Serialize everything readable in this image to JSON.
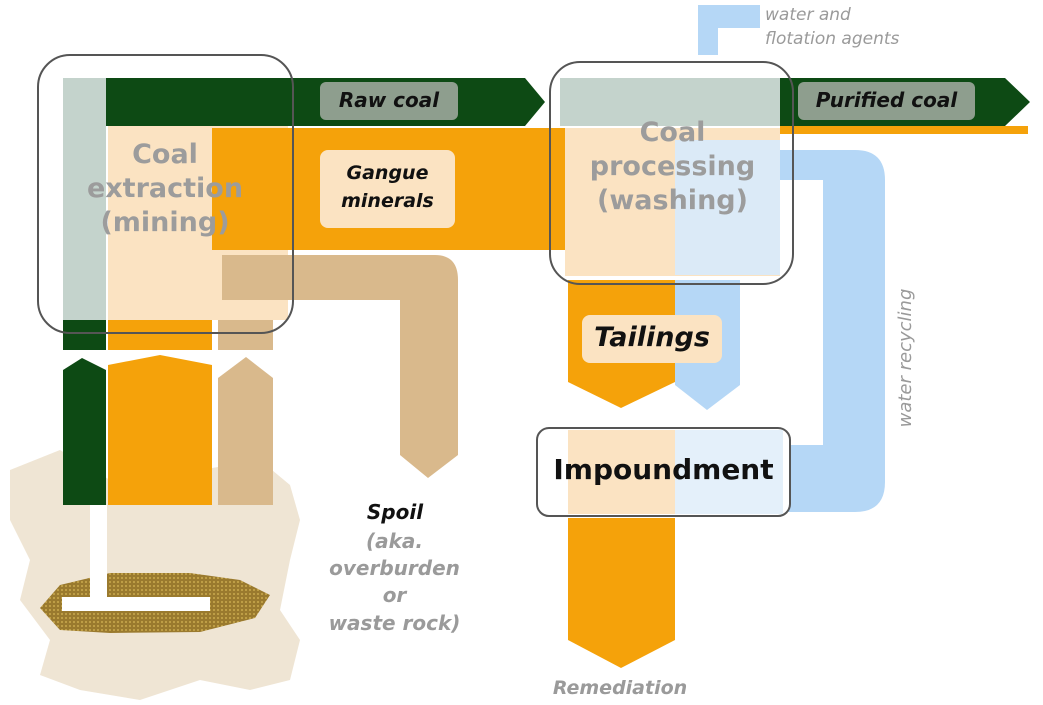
{
  "diagram": {
    "nodes": {
      "extraction": "Coal extraction (mining)",
      "extraction_lines": [
        "Coal",
        "extraction",
        "(mining)"
      ],
      "processing": "Coal processing (washing)",
      "processing_lines": [
        "Coal",
        "processing",
        "(washing)"
      ],
      "impoundment": "Impoundment"
    },
    "flows": {
      "raw_coal": "Raw coal",
      "gangue_lines": [
        "Gangue",
        "minerals"
      ],
      "purified_coal": "Purified coal",
      "tailings": "Tailings",
      "water_input_lines": [
        "water and",
        "flotation agents"
      ],
      "water_recycling": "water recycling",
      "spoil": "Spoil",
      "spoil_note_lines": [
        "(aka.",
        "overburden",
        "or",
        "waste rock)"
      ],
      "remediation": "Remediation"
    },
    "colors": {
      "coal": "#0d4a14",
      "gangue": "#f5a20a",
      "spoil": "#d9b98c",
      "water": "#b5d7f6",
      "label_box": "#8e9e8e",
      "node_border": "#555555"
    }
  }
}
